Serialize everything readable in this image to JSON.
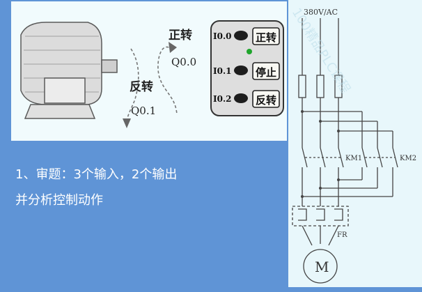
{
  "motor_diagram": {
    "forward_label": "正转",
    "forward_output": "Q0.0",
    "reverse_label": "反转",
    "reverse_output": "Q0.1"
  },
  "control_box": {
    "rows": [
      {
        "input": "I0.0",
        "button": "正转"
      },
      {
        "input": "I0.1",
        "button": "停止"
      },
      {
        "input": "I0.2",
        "button": "反转"
      }
    ],
    "indicator_color": "#1fa52c"
  },
  "task": {
    "line1": "1、审题：3个输入，2个输出",
    "line2": "并分析控制动作"
  },
  "schematic": {
    "supply_label": "380V/AC",
    "contactor1": "KM1",
    "contactor2": "KM2",
    "overload": "FR",
    "motor_symbol": "M"
  },
  "watermark": "100精品PLC课程"
}
